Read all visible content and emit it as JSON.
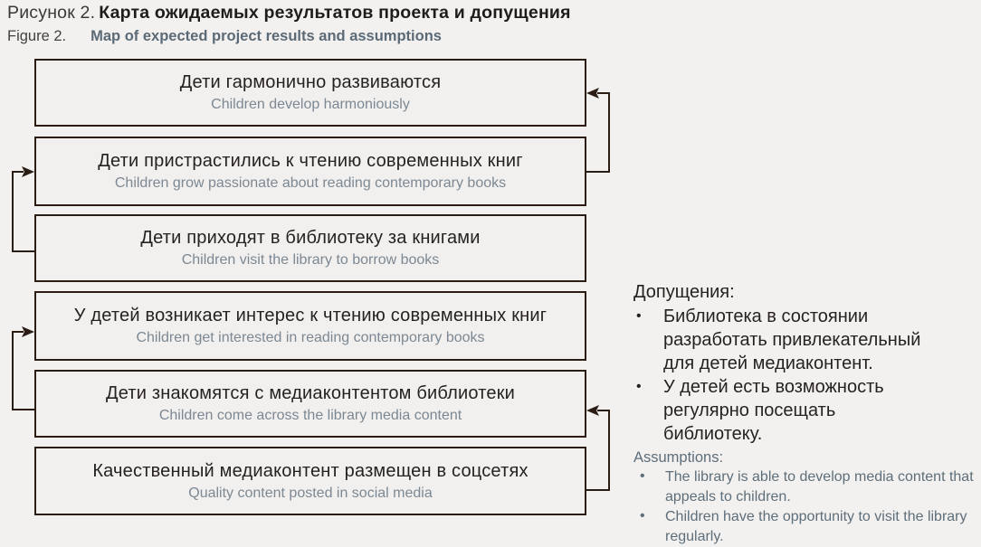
{
  "title": {
    "ru_prefix": "Рисунок 2.",
    "ru_bold": "Карта ожидаемых результатов проекта и допущения",
    "en_prefix": "Figure 2.",
    "en_bold": "Map of expected project results and assumptions"
  },
  "boxes": [
    {
      "ru": "Дети гармонично развиваются",
      "en": "Children develop harmoniously"
    },
    {
      "ru": "Дети пристрастились к чтению современных книг",
      "en": "Children grow passionate about reading contemporary books"
    },
    {
      "ru": "Дети приходят в библиотеку за книгами",
      "en": "Children visit the library to borrow books"
    },
    {
      "ru": "У детей возникает интерес к чтению современных книг",
      "en": "Children get interested in reading contemporary books"
    },
    {
      "ru": "Дети знакомятся с медиаконтентом библиотеки",
      "en": "Children come across the library media content"
    },
    {
      "ru": "Качественный медиаконтент размещен в соцсетях",
      "en": "Quality content posted in social media"
    }
  ],
  "assumptions": {
    "ru_heading": "Допущения:",
    "bullet_ru": "•",
    "bullet_en": "•",
    "ru_items": [
      "Библиотека в состоянии разработать привлекательный для детей медиаконтент.",
      "У детей есть возможность регулярно посещать библиотеку."
    ],
    "en_heading": "Assumptions:",
    "en_items": [
      "The library is able to develop media content that appeals to children.",
      "Children have the opportunity to visit the library regularly."
    ]
  },
  "colors": {
    "background": "#f2f1ef",
    "box_fill": "#f1f0ee",
    "box_border": "#2b1d14",
    "text_dark": "#272221",
    "box_subtitle_gray_blue": "#7c8893",
    "panel_en_gray_blue": "#5e6e7a",
    "title_en_bold_gray_blue": "#5b6a76"
  }
}
